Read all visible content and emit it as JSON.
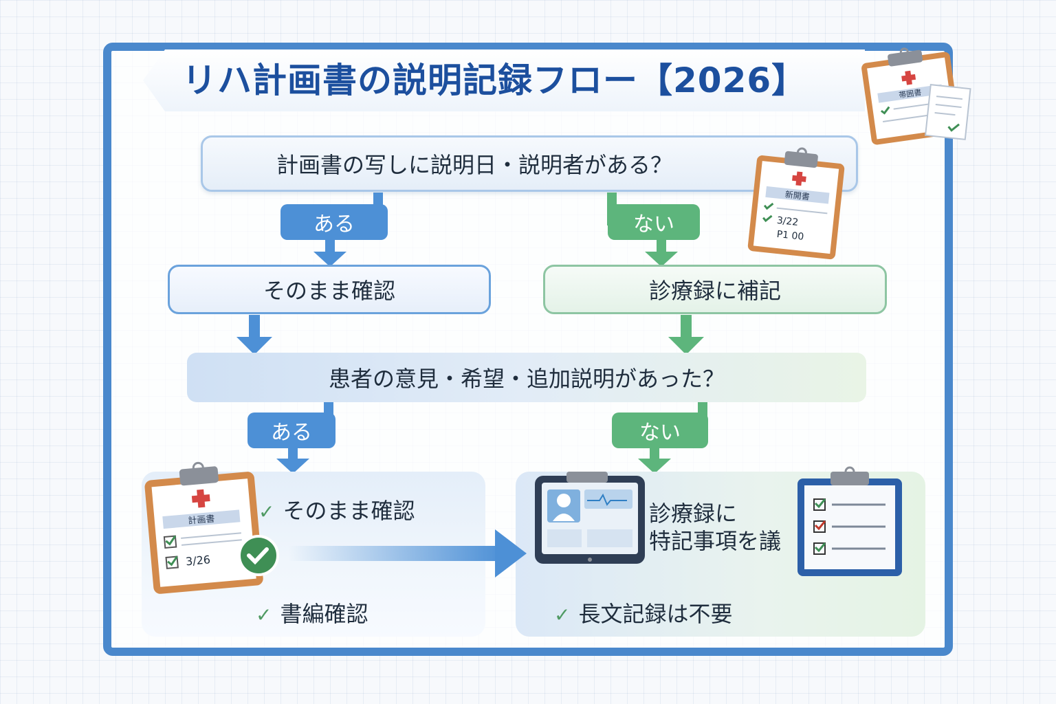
{
  "title": "リハ計画書の説明記録フロー【2026】",
  "question1": "計画書の写しに説明日・説明者がある？",
  "branch1": {
    "yes_label": "ある",
    "no_label": "ない"
  },
  "yes1_box": "そのまま確認",
  "no1_box": "診療録に補記",
  "question2": "患者の意見・希望・追加説明があった？",
  "branch2": {
    "yes_label": "ある",
    "no_label": "ない"
  },
  "left_panel": {
    "check_item": "そのまま確認",
    "bottom_item": "書編確認",
    "clipboard": {
      "form_title": "計画書",
      "date": "3/26"
    }
  },
  "right_panel": {
    "text_line1": "診療録に",
    "text_line2": "特記事項を議",
    "bottom_item": "長文記録は不要"
  },
  "side_clipboard": {
    "form_title": "新開書",
    "date": "3/22",
    "code": "P1 00"
  },
  "corner_clipboard": {
    "form_title": "帯囲書"
  },
  "colors": {
    "frame": "#4a88cc",
    "title": "#1c4f9e",
    "yes_tag": "#4d90d6",
    "no_tag": "#5db57c"
  }
}
